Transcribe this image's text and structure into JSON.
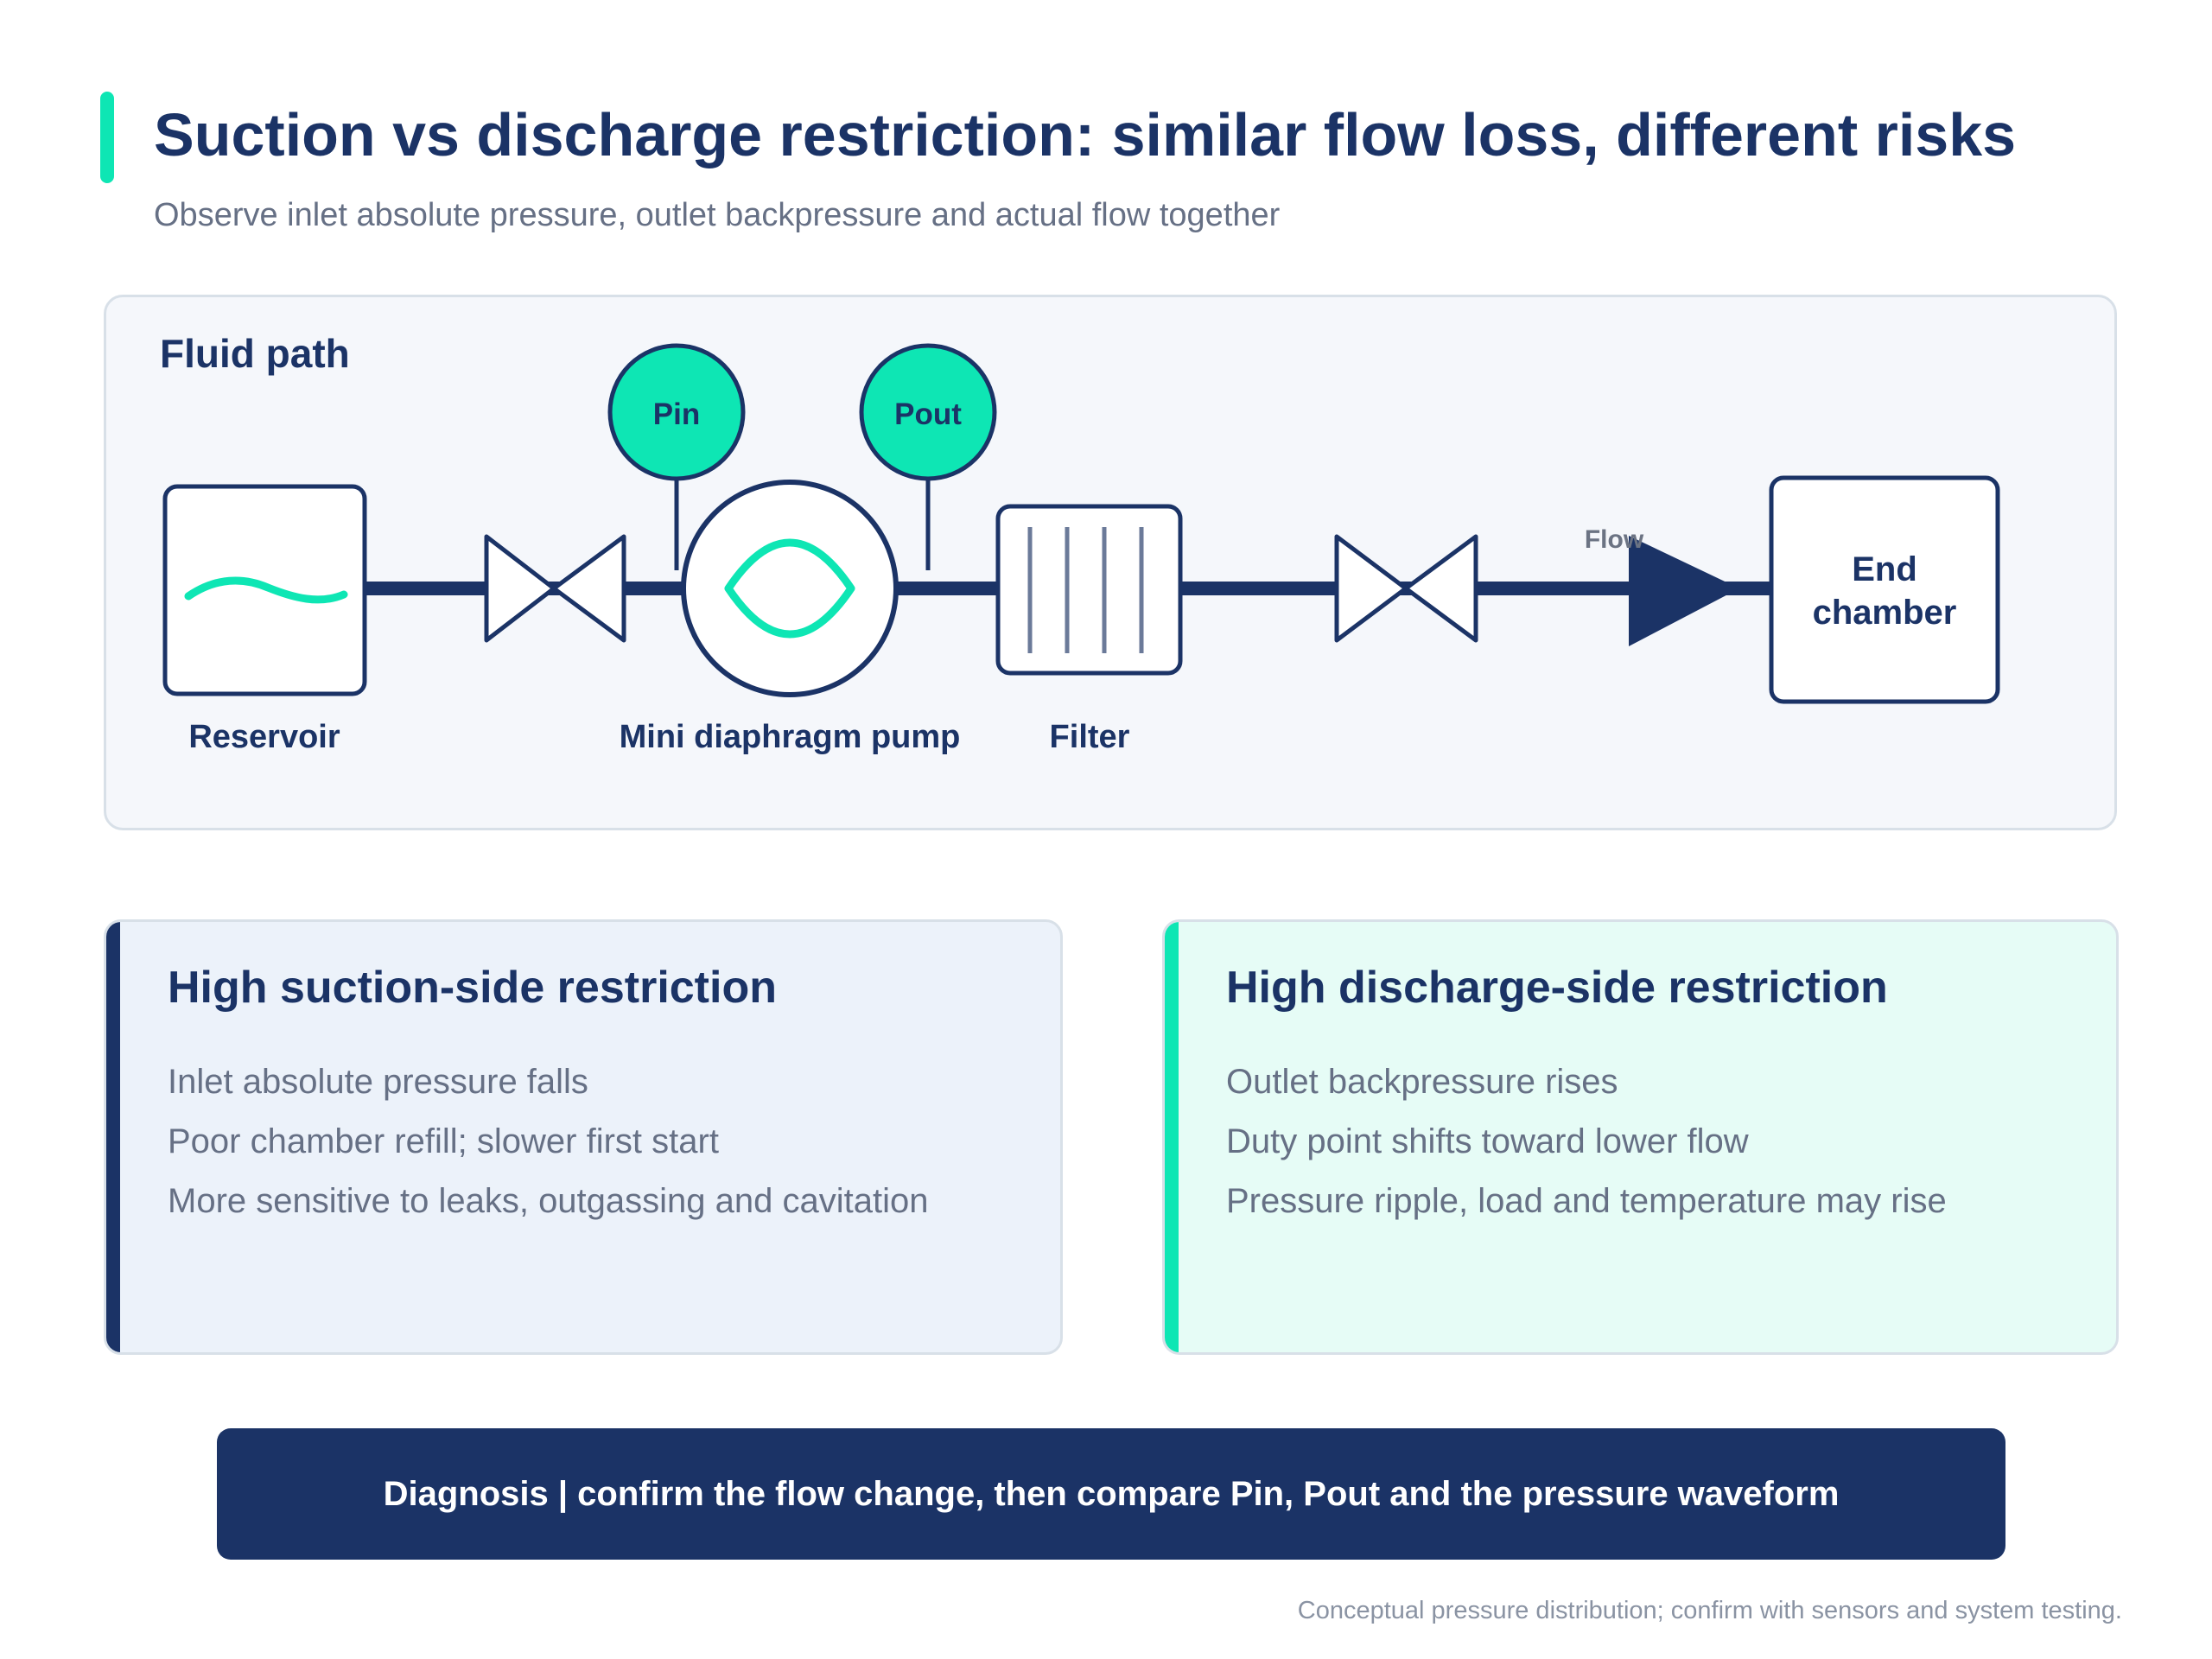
{
  "header": {
    "title": "Suction vs discharge restriction: similar flow loss, different risks",
    "subtitle": "Observe inlet absolute pressure, outlet backpressure and actual flow together"
  },
  "diagram": {
    "panel_title": "Fluid path",
    "reservoir_label": "Reservoir",
    "pump_label": "Mini diaphragm pump",
    "filter_label": "Filter",
    "end_chamber_label_line1": "End",
    "end_chamber_label_line2": "chamber",
    "pin_label": "Pin",
    "pout_label": "Pout",
    "flow_label": "Flow"
  },
  "cards": {
    "suction": {
      "title": "High suction-side restriction",
      "items": [
        "Inlet absolute pressure falls",
        "Poor chamber refill; slower first start",
        "More sensitive to leaks, outgassing and cavitation"
      ]
    },
    "discharge": {
      "title": "High discharge-side restriction",
      "items": [
        "Outlet backpressure rises",
        "Duty point shifts toward lower flow",
        "Pressure ripple, load and temperature may rise"
      ]
    }
  },
  "diagnosis": "Diagnosis | confirm the flow change, then compare Pin, Pout and the pressure waveform",
  "footnote": "Conceptual pressure distribution; confirm with sensors and system testing.",
  "colors": {
    "navy": "#1b3366",
    "mint": "#0ee6b4",
    "muted_text": "#667085",
    "panel_bg": "#f5f7fb"
  }
}
